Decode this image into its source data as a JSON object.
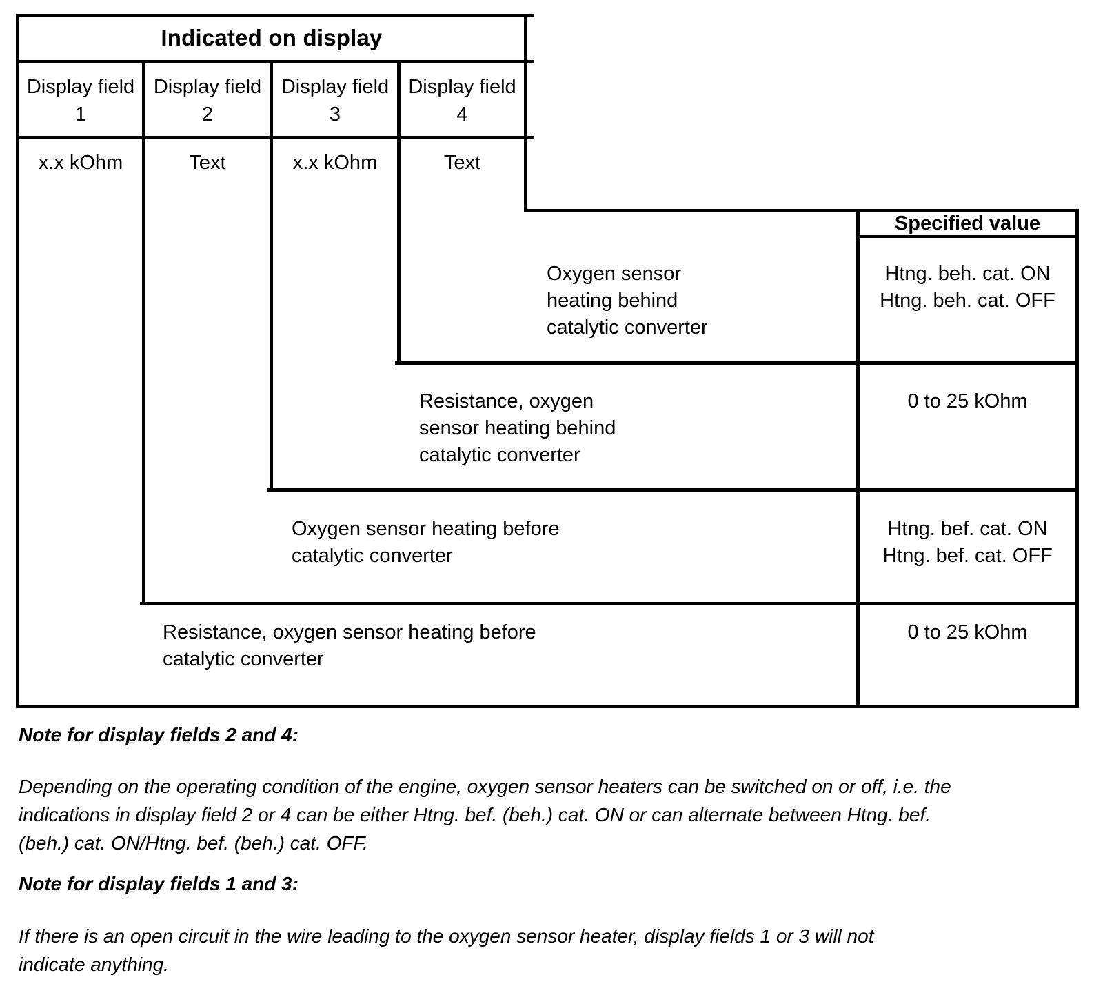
{
  "table": {
    "title": "Indicated on display",
    "spec_header": "Specified value",
    "display_fields": [
      {
        "label": "Display field",
        "number": "1",
        "value_format": "x.x kOhm"
      },
      {
        "label": "Display field",
        "number": "2",
        "value_format": "Text"
      },
      {
        "label": "Display field",
        "number": "3",
        "value_format": "x.x kOhm"
      },
      {
        "label": "Display field",
        "number": "4",
        "value_format": "Text"
      }
    ],
    "rows": [
      {
        "description": "Oxygen sensor\nheating behind\ncatalytic converter",
        "specified_value": "Htng. beh. cat. ON\nHtng. beh. cat. OFF"
      },
      {
        "description": "Resistance, oxygen\nsensor heating behind\ncatalytic converter",
        "specified_value": "0 to 25 kOhm"
      },
      {
        "description": "Oxygen sensor heating before\ncatalytic converter",
        "specified_value": "Htng. bef. cat. ON\nHtng. bef. cat. OFF"
      },
      {
        "description": "Resistance, oxygen sensor heating before\ncatalytic converter",
        "specified_value": "0 to 25 kOhm"
      }
    ]
  },
  "notes": [
    {
      "heading": "Note for display fields 2 and 4:",
      "body": "Depending on the operating condition of the engine, oxygen sensor heaters can be switched on or off, i.e. the indications in display field 2 or 4 can be either Htng. bef. (beh.) cat. ON or can alternate between Htng. bef. (beh.) cat. ON/Htng. bef. (beh.) cat. OFF."
    },
    {
      "heading": "Note for display fields 1 and 3:",
      "body": "If there is an open circuit in the wire leading to the oxygen sensor heater, display fields 1 or 3 will not indicate anything."
    }
  ],
  "colors": {
    "ink": "#000000",
    "paper": "#ffffff"
  }
}
